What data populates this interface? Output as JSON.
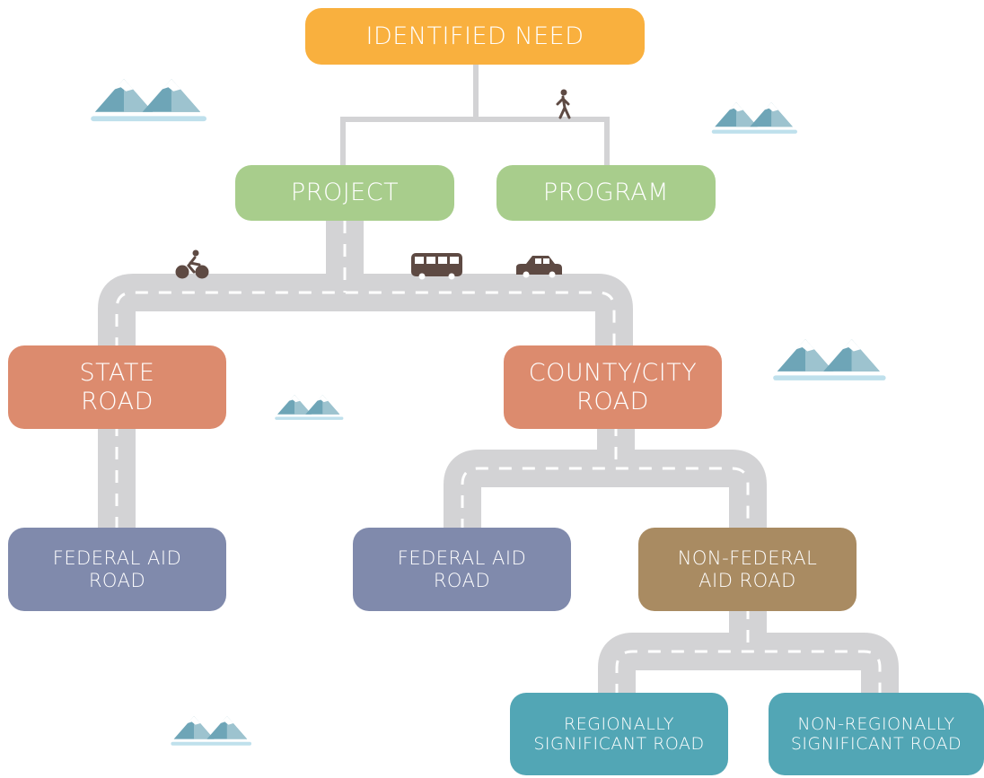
{
  "nodes": {
    "identified_need": [
      "IDENTIFIED NEED"
    ],
    "project": [
      "PROJECT"
    ],
    "program": [
      "PROGRAM"
    ],
    "state_road": [
      "STATE",
      "ROAD"
    ],
    "county_city_road": [
      "COUNTY/CITY",
      "ROAD"
    ],
    "federal_aid_state": [
      "FEDERAL AID",
      "ROAD"
    ],
    "federal_aid_county": [
      "FEDERAL AID",
      "ROAD"
    ],
    "non_federal_aid": [
      "NON-FEDERAL",
      "AID ROAD"
    ],
    "regionally_significant": [
      "REGIONALLY",
      "SIGNIFICANT ROAD"
    ],
    "non_regionally_significant": [
      "NON-REGIONALLY",
      "SIGNIFICANT ROAD"
    ]
  },
  "icons": [
    "pedestrian-icon",
    "bicycle-icon",
    "bus-icon",
    "car-icon",
    "mountains-icon"
  ],
  "colors": {
    "identified_need": "#f9b03e",
    "project_program": "#a8cd8c",
    "state_county": "#dc8b6e",
    "federal_aid": "#808aac",
    "non_federal": "#a98b62",
    "significance": "#52a6b5",
    "road": "#d3d3d5",
    "road_marking": "#ffffff",
    "vehicle": "#5e4a43",
    "mountain": "#6ea5b7",
    "mountain_snow": "#ffffff",
    "mountain_water": "#bfe0ec"
  }
}
